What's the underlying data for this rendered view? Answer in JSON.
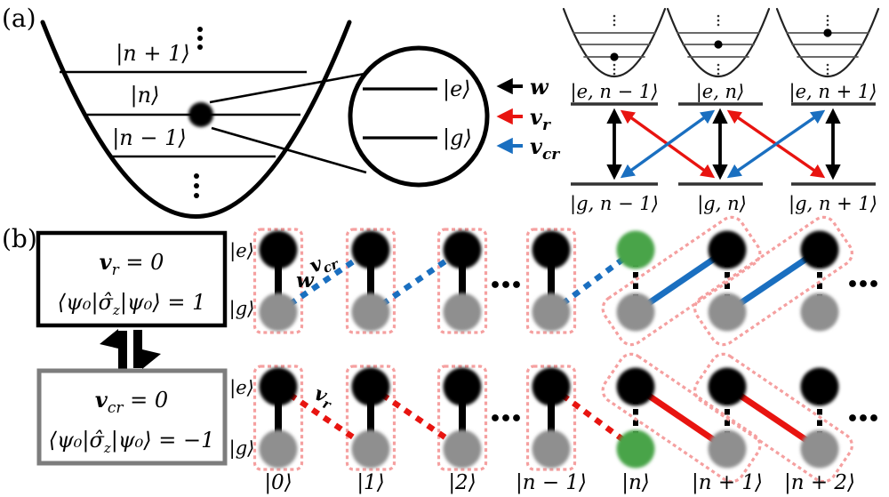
{
  "panel_a": {
    "label": "(a)",
    "well": {
      "level_n_plus_1": "|n + 1⟩",
      "level_n": "|n⟩",
      "level_n_minus_1": "|n − 1⟩"
    },
    "inset": {
      "e": "|e⟩",
      "g": "|g⟩"
    },
    "legend": {
      "w": "w",
      "vr_base": "v",
      "vr_sub": "r",
      "vcr_base": "v",
      "vcr_sub": "cr"
    },
    "ladder": {
      "e_labels": [
        "|e, n − 1⟩",
        "|e, n⟩",
        "|e, n + 1⟩"
      ],
      "g_labels": [
        "|g, n − 1⟩",
        "|g, n⟩",
        "|g, n + 1⟩"
      ]
    }
  },
  "panel_b": {
    "label": "(b)",
    "box1": {
      "l1_base": "v",
      "l1_sub": "r",
      "l1_eq": " = 0",
      "l2_pre": "⟨ψ₀|σ̂",
      "l2_sub": "z",
      "l2_post": "|ψ₀⟩ = 1"
    },
    "box2": {
      "l1_base": "v",
      "l1_sub": "cr",
      "l1_eq": " = 0",
      "l2_pre": "⟨ψ₀|σ̂",
      "l2_sub": "z",
      "l2_post": "|ψ₀⟩ = −1"
    },
    "row1": {
      "e": "|e⟩",
      "g": "|g⟩"
    },
    "row2": {
      "e": "|e⟩",
      "g": "|g⟩"
    },
    "bonds": {
      "w": "w",
      "vcr_base": "v",
      "vcr_sub": "cr",
      "vr_base": "v",
      "vr_sub": "r"
    },
    "sites": [
      "|0⟩",
      "|1⟩",
      "|2⟩",
      "|n − 1⟩",
      "|n⟩",
      "|n + 1⟩",
      "|n + 2⟩"
    ]
  },
  "colors": {
    "red": "#e81410",
    "blue": "#1a6fc0",
    "green": "#4aa449",
    "pink": "#f5a0a0",
    "gray_circle": "#8f8f8f",
    "gray_border": "#7d7d7d",
    "black": "#000000"
  }
}
